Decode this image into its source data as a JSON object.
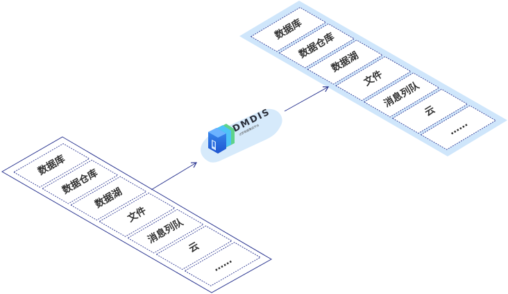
{
  "diagram": {
    "center_node": {
      "title": "DMDIS",
      "subtitle": "达梦数据集成平台",
      "colors": {
        "pill": "#d6eafb",
        "cube_front": "#2f6fe0",
        "cube_side": "#4fc3f7",
        "cube_accent": "#5fd38a"
      }
    },
    "source_panel": {
      "border_color": "#2a3590",
      "fill": "#ffffff",
      "items": [
        "数据库",
        "数据仓库",
        "数据湖",
        "文件",
        "消息列队",
        "云",
        "……"
      ]
    },
    "target_panel": {
      "border_color": "#cfe6fb",
      "fill": "#cfe6fb",
      "items": [
        "数据库",
        "数据仓库",
        "数据湖",
        "文件",
        "消息列队",
        "云",
        "……"
      ]
    },
    "arrow_color": "#2a3590",
    "card_border_color": "#2a3590"
  }
}
